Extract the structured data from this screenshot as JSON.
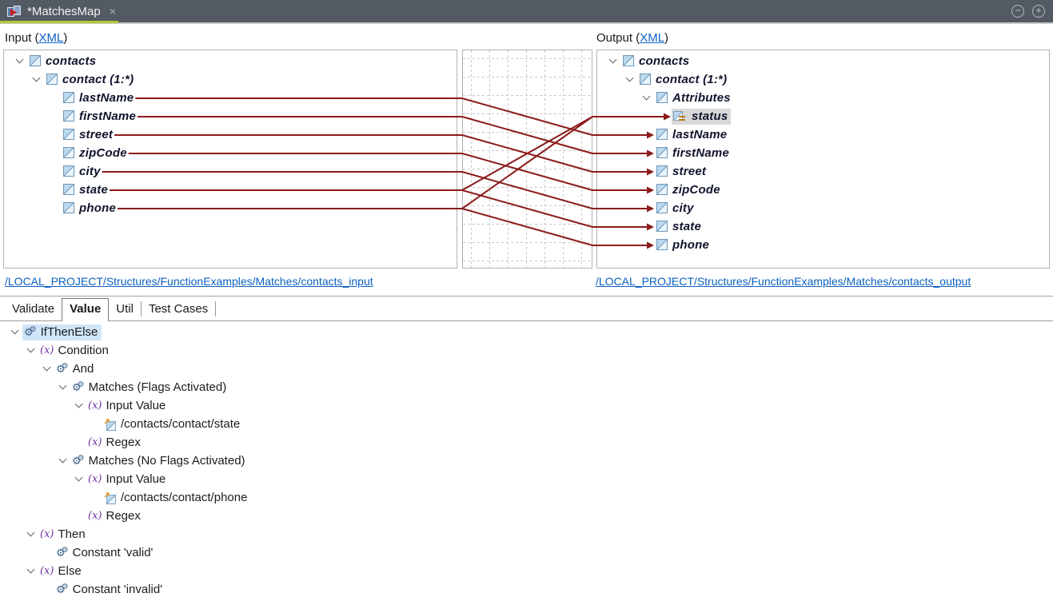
{
  "window": {
    "tab": {
      "title": "*MatchesMap",
      "close_icon": "×",
      "icon": "mapping-document-icon"
    },
    "controls": {
      "minimize_icon": "−",
      "maximize_icon": "+"
    }
  },
  "panes": {
    "input": {
      "prefix": "Input (",
      "xml_link": "XML",
      "suffix": ")"
    },
    "output": {
      "prefix": "Output (",
      "xml_link": "XML",
      "suffix": ")"
    }
  },
  "input_tree": [
    {
      "key": "contacts",
      "label": "contacts",
      "depth": 0,
      "chevron": true,
      "icon": "element"
    },
    {
      "key": "contact",
      "label": "contact (1:*)",
      "depth": 1,
      "chevron": true,
      "icon": "element"
    },
    {
      "key": "lastName",
      "label": "lastName",
      "depth": 2,
      "chevron": false,
      "icon": "element"
    },
    {
      "key": "firstName",
      "label": "firstName",
      "depth": 2,
      "chevron": false,
      "icon": "element"
    },
    {
      "key": "street",
      "label": "street",
      "depth": 2,
      "chevron": false,
      "icon": "element"
    },
    {
      "key": "zipCode",
      "label": "zipCode",
      "depth": 2,
      "chevron": false,
      "icon": "element"
    },
    {
      "key": "city",
      "label": "city",
      "depth": 2,
      "chevron": false,
      "icon": "element"
    },
    {
      "key": "state",
      "label": "state",
      "depth": 2,
      "chevron": false,
      "icon": "element"
    },
    {
      "key": "phone",
      "label": "phone",
      "depth": 2,
      "chevron": false,
      "icon": "element"
    }
  ],
  "output_tree": [
    {
      "key": "contacts",
      "label": "contacts",
      "depth": 0,
      "chevron": true,
      "icon": "element"
    },
    {
      "key": "contact",
      "label": "contact (1:*)",
      "depth": 1,
      "chevron": true,
      "icon": "element"
    },
    {
      "key": "Attributes",
      "label": "Attributes",
      "depth": 2,
      "chevron": true,
      "icon": "element"
    },
    {
      "key": "status",
      "label": "status",
      "depth": 3,
      "chevron": false,
      "icon": "attribute",
      "selected": true
    },
    {
      "key": "lastName",
      "label": "lastName",
      "depth": 2,
      "chevron": false,
      "icon": "element"
    },
    {
      "key": "firstName",
      "label": "firstName",
      "depth": 2,
      "chevron": false,
      "icon": "element"
    },
    {
      "key": "street",
      "label": "street",
      "depth": 2,
      "chevron": false,
      "icon": "element"
    },
    {
      "key": "zipCode",
      "label": "zipCode",
      "depth": 2,
      "chevron": false,
      "icon": "element"
    },
    {
      "key": "city",
      "label": "city",
      "depth": 2,
      "chevron": false,
      "icon": "element"
    },
    {
      "key": "state",
      "label": "state",
      "depth": 2,
      "chevron": false,
      "icon": "element"
    },
    {
      "key": "phone",
      "label": "phone",
      "depth": 2,
      "chevron": false,
      "icon": "element"
    }
  ],
  "mappings": [
    {
      "from": "lastName",
      "to": "lastName"
    },
    {
      "from": "firstName",
      "to": "firstName"
    },
    {
      "from": "street",
      "to": "street"
    },
    {
      "from": "zipCode",
      "to": "zipCode"
    },
    {
      "from": "city",
      "to": "city"
    },
    {
      "from": "state",
      "to": "state"
    },
    {
      "from": "phone",
      "to": "phone"
    },
    {
      "from": "state",
      "to": "status"
    },
    {
      "from": "phone",
      "to": "status"
    }
  ],
  "links": {
    "input": "/LOCAL_PROJECT/Structures/FunctionExamples/Matches/contacts_input",
    "output": "/LOCAL_PROJECT/Structures/FunctionExamples/Matches/contacts_output"
  },
  "tabs": [
    {
      "label": "Validate",
      "selected": false
    },
    {
      "label": "Value",
      "selected": true
    },
    {
      "label": "Util",
      "selected": false
    },
    {
      "label": "Test Cases",
      "selected": false
    }
  ],
  "function_tree": [
    {
      "label": "IfThenElse",
      "depth": 0,
      "icon": "gears",
      "chevron": true,
      "selected": true
    },
    {
      "label": "Condition",
      "depth": 1,
      "icon": "fx",
      "chevron": true
    },
    {
      "label": "And",
      "depth": 2,
      "icon": "gears",
      "chevron": true
    },
    {
      "label": "Matches (Flags Activated)",
      "depth": 3,
      "icon": "gears",
      "chevron": true
    },
    {
      "label": "Input Value",
      "depth": 4,
      "icon": "fx",
      "chevron": true
    },
    {
      "label": "/contacts/contact/state",
      "depth": 5,
      "icon": "node",
      "chevron": false
    },
    {
      "label": "Regex",
      "depth": 4,
      "icon": "fx",
      "chevron": false
    },
    {
      "label": "Matches (No Flags Activated)",
      "depth": 3,
      "icon": "gears",
      "chevron": true
    },
    {
      "label": "Input Value",
      "depth": 4,
      "icon": "fx",
      "chevron": true
    },
    {
      "label": "/contacts/contact/phone",
      "depth": 5,
      "icon": "node",
      "chevron": false
    },
    {
      "label": "Regex",
      "depth": 4,
      "icon": "fx",
      "chevron": false
    },
    {
      "label": "Then",
      "depth": 1,
      "icon": "fx",
      "chevron": true
    },
    {
      "label": "Constant 'valid'",
      "depth": 2,
      "icon": "gears",
      "chevron": false
    },
    {
      "label": "Else",
      "depth": 1,
      "icon": "fx",
      "chevron": true
    },
    {
      "label": "Constant 'invalid'",
      "depth": 2,
      "icon": "gears",
      "chevron": false
    }
  ],
  "colors": {
    "connection_line": "#8b1b1b",
    "active_tab_underline": "#b5c92f",
    "link_blue": "#0b61c2",
    "selection_blue": "#cfe5f8",
    "selection_gray": "#d9d9d9",
    "fx_purple": "#7030a0",
    "grid_gray": "#c9c9c9",
    "titlebar_bg": "#545a64"
  }
}
